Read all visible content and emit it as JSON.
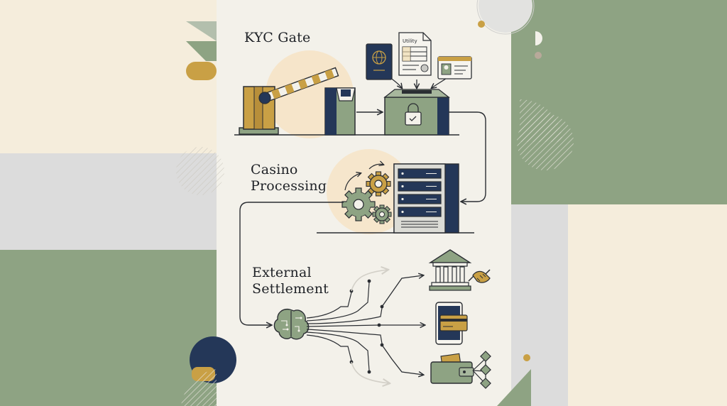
{
  "colors": {
    "sage": "#8ea383",
    "cream": "#f5eddc",
    "gray": "#dcdcdc",
    "paper": "#f3f1ea",
    "navy": "#243758",
    "mustard": "#c9a045",
    "ink": "#2b2e33",
    "peach": "#f7e3c5"
  },
  "sections": {
    "kyc": {
      "title": "KYC Gate"
    },
    "casino": {
      "title_line1": "Casino",
      "title_line2": "Processing"
    },
    "settlement": {
      "title_line1": "External",
      "title_line2": "Settlement"
    }
  },
  "documents": {
    "utility_label": "Utility"
  },
  "icons": {
    "barrier": "boom-barrier-icon",
    "kiosk": "kiosk-terminal-icon",
    "lockbox": "secure-lockbox-icon",
    "passport": "passport-icon",
    "bill": "utility-bill-icon",
    "idcard": "id-card-icon",
    "gears": "gears-icon",
    "server": "server-rack-icon",
    "brain": "brain-router-icon",
    "bank": "bank-icon",
    "handshake": "handshake-icon",
    "phone": "phone-card-icon",
    "wallet": "wallet-icon",
    "blockchain": "blockchain-nodes-icon"
  }
}
